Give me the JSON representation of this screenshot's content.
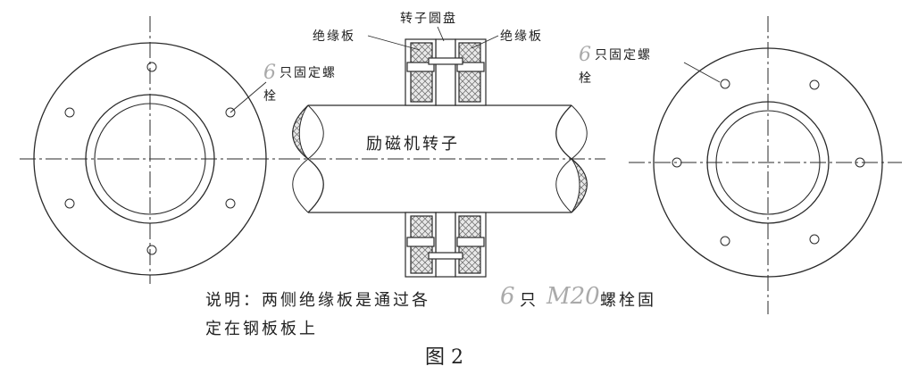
{
  "labels": {
    "insulation_left": "绝缘板",
    "rotor_disk": "转子圆盘",
    "insulation_right": "绝缘板",
    "bolts_left_num": "6",
    "bolts_left_text": "只固定螺",
    "bolts_left_text2": "栓",
    "bolts_right_num": "6",
    "bolts_right_text": "只固定螺",
    "bolts_right_text2": "栓",
    "shaft": "励磁机转子",
    "note_line1_a": "说明：两侧绝缘板是通过各",
    "note_line1_num": "6",
    "note_line1_b": "只",
    "note_line1_m20": "M20",
    "note_line1_c": "螺栓固",
    "note_line2": "定在钢板板上",
    "caption": "图 2"
  },
  "colors": {
    "line": "#2a2a2a",
    "insulation_fill": "#d9d9d9",
    "hatch": "#555555",
    "faint_text": "#aaaaaa"
  }
}
